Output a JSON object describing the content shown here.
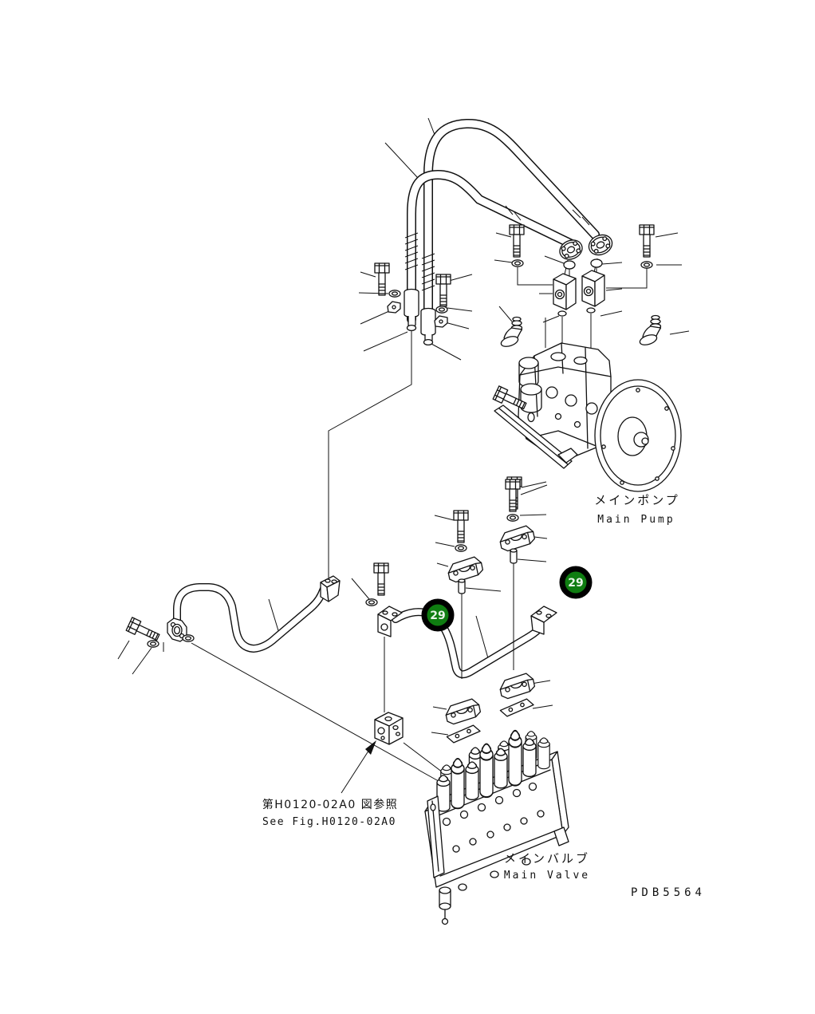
{
  "drawing": {
    "code": "PDB5564",
    "pump_label_jp": "メインポンプ",
    "pump_label_en": "Main Pump",
    "valve_label_jp": "メインバルブ",
    "valve_label_en": "Main Valve",
    "reference_jp": "第H0120-02A0 図参照",
    "reference_en": "See Fig.H0120-02A0"
  },
  "callouts": {
    "left": {
      "number": "29"
    },
    "right": {
      "number": "29"
    }
  },
  "colors": {
    "callout_fill": "#0f7d11",
    "callout_ring": "#000000",
    "callout_text": "#e8f4e8",
    "line": "#111111",
    "background": "#ffffff"
  }
}
